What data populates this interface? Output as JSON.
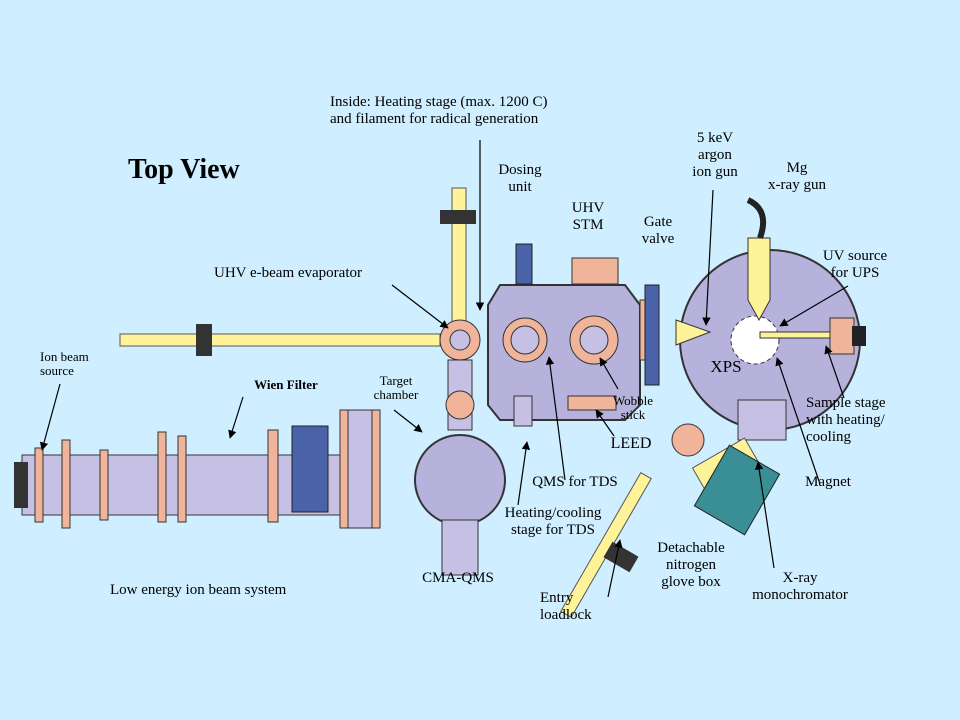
{
  "title": "Top View",
  "labels": {
    "inside_heating": "Inside: Heating stage (max. 1200 C)\nand filament for radical generation",
    "dosing_unit": "Dosing\nunit",
    "uhv_stm": "UHV\nSTM",
    "gate_valve": "Gate\nvalve",
    "argon_gun": "5 keV\nargon\nion gun",
    "xray_gun": "Mg\nx-ray gun",
    "uv_source": "UV source\nfor UPS",
    "ebeam": "UHV e-beam evaporator",
    "ion_source": "Ion beam\nsource",
    "wien": "Wien Filter",
    "target_chamber": "Target\nchamber",
    "wobble": "Wobble\nstick",
    "xps": "XPS",
    "sample_stage": "Sample stage\nwith heating/\ncooling",
    "leed": "LEED",
    "qms_tds": "QMS for TDS",
    "magnet": "Magnet",
    "heating_cooling": "Heating/cooling\nstage for TDS",
    "detachable": "Detachable\nnitrogen\nglove box",
    "xray_mono": "X-ray\nmonochromator",
    "cma_qms": "CMA-QMS",
    "low_energy": "Low energy ion beam system",
    "entry": "Entry\nloadlock"
  },
  "colors": {
    "background": "#cfeeff",
    "chamber": "#b6b2dc",
    "flange": "#f0b49a",
    "tube": "#fff39a",
    "teal": "#3a8f96",
    "blue": "#4a63a8"
  }
}
